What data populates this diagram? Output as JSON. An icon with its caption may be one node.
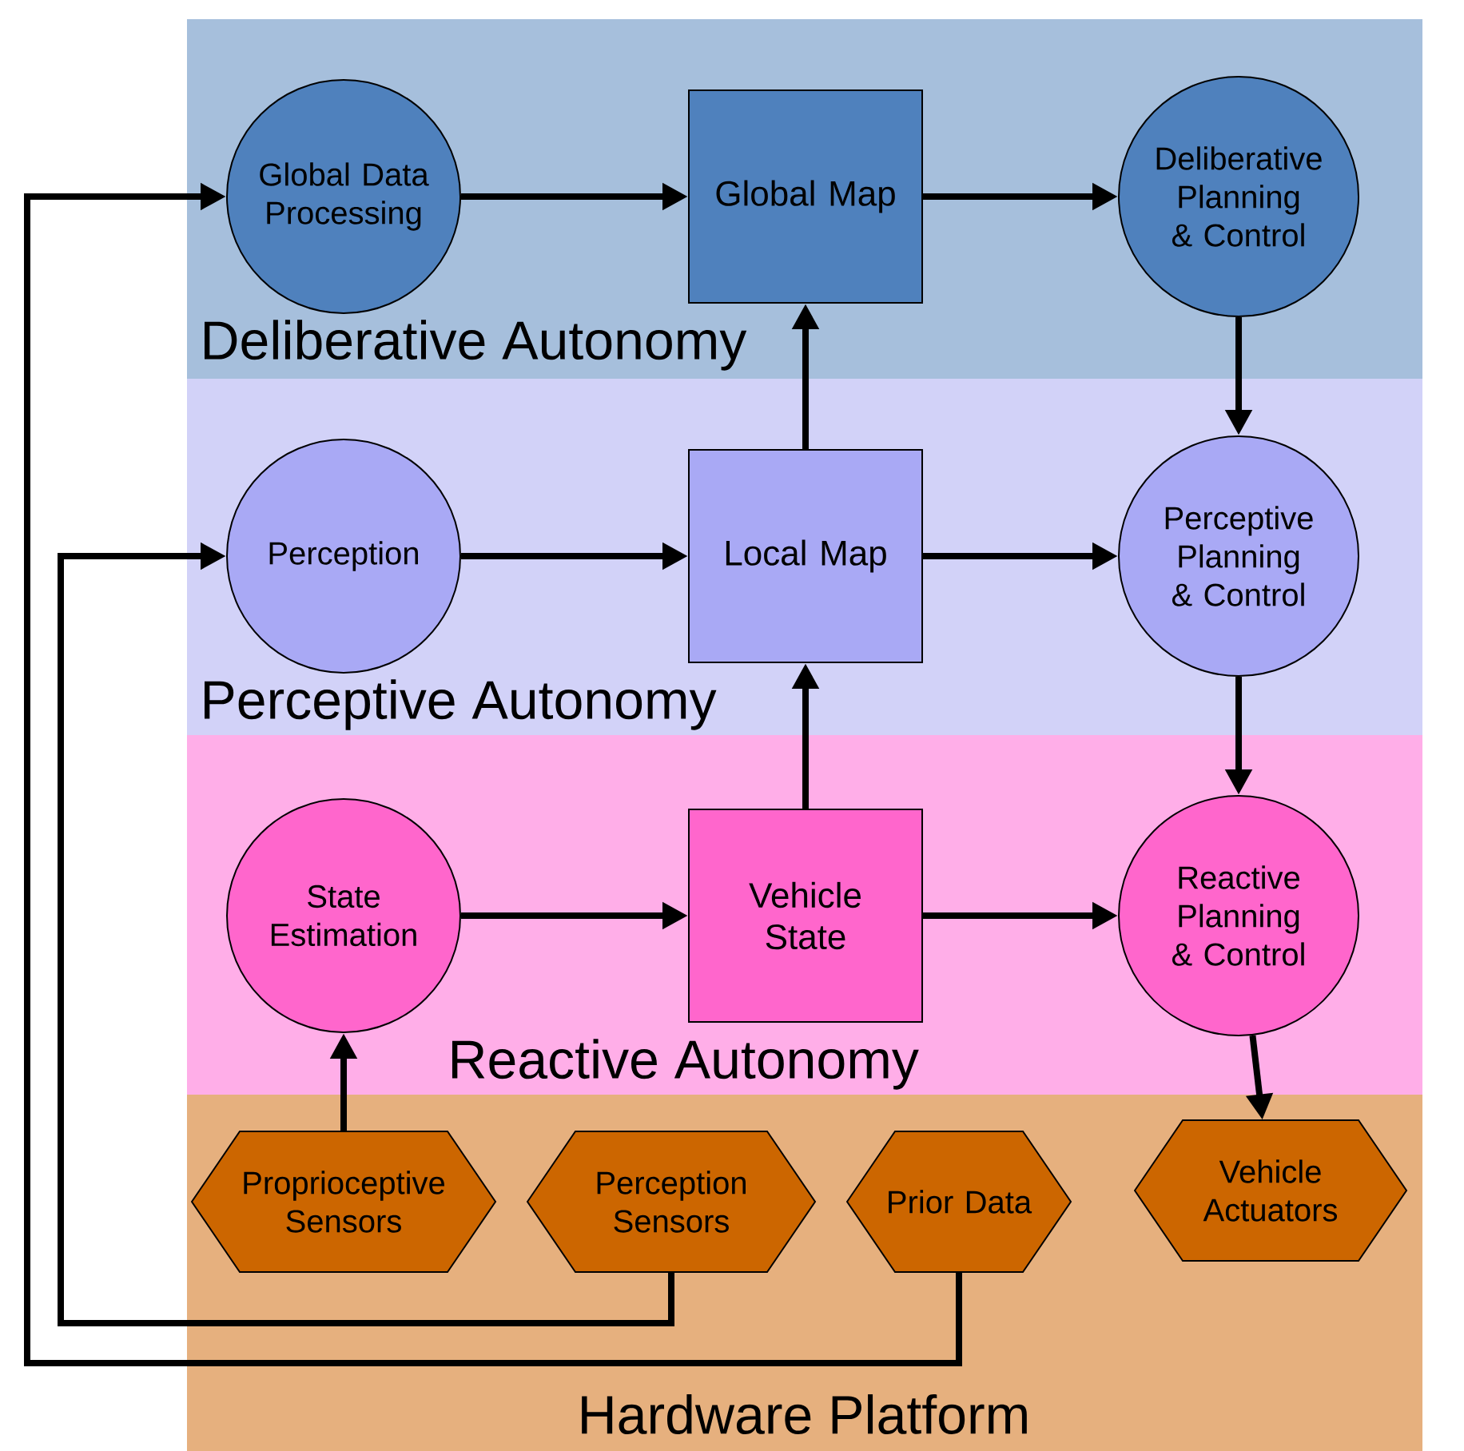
{
  "diagram": {
    "nodes": [
      {
        "text": [
          "Deliberative Autonomy"
        ]
      },
      {
        "text": [
          "Global Data Processing"
        ],
        "in": 0
      },
      {
        "text": [
          "Global Map"
        ],
        "in": 0
      },
      {
        "text": [
          "Deliberative Planning & Control"
        ],
        "in": 0
      },
      {
        "text": [
          "Perceptive Autonomy"
        ]
      },
      {
        "text": [
          "Perception"
        ],
        "in": 4
      },
      {
        "text": [
          "Local Map"
        ],
        "in": 4
      },
      {
        "text": [
          "Perceptive Planning & Control"
        ],
        "in": 4
      },
      {
        "text": [
          "Reactive Autonomy"
        ]
      },
      {
        "text": [
          "State Estimation"
        ],
        "in": 8
      },
      {
        "text": [
          "Vehicle State"
        ],
        "in": 8
      },
      {
        "text": [
          "Reactive Planning & Control"
        ],
        "in": 8
      },
      {
        "text": [
          "Hardware Platform"
        ]
      },
      {
        "text": [
          "Proprioceptive Sensors"
        ],
        "in": 12
      },
      {
        "text": [
          "Perception Sensors"
        ],
        "in": 12
      },
      {
        "text": [
          "Prior Data"
        ],
        "in": 12
      },
      {
        "text": [
          "Vehicle Actuators"
        ],
        "in": 12
      }
    ],
    "edges": [
      {
        "from": 1,
        "to": 2,
        "arrow": "to"
      },
      {
        "from": 2,
        "to": 3,
        "arrow": "to"
      },
      {
        "from": 3,
        "to": 7,
        "arrow": "to"
      },
      {
        "from": 5,
        "to": 6,
        "arrow": "to"
      },
      {
        "from": 6,
        "to": 7,
        "arrow": "to"
      },
      {
        "from": 6,
        "to": 2,
        "arrow": "to"
      },
      {
        "from": 7,
        "to": 11,
        "arrow": "to"
      },
      {
        "from": 9,
        "to": 10,
        "arrow": "to"
      },
      {
        "from": 10,
        "to": 11,
        "arrow": "to"
      },
      {
        "from": 10,
        "to": 6,
        "arrow": "to"
      },
      {
        "from": 11,
        "to": 16,
        "arrow": "to"
      },
      {
        "from": 13,
        "to": 9,
        "arrow": "to"
      },
      {
        "from": 14,
        "to": 5,
        "arrow": "to"
      },
      {
        "from": 15,
        "to": 1,
        "arrow": "to"
      }
    ]
  }
}
